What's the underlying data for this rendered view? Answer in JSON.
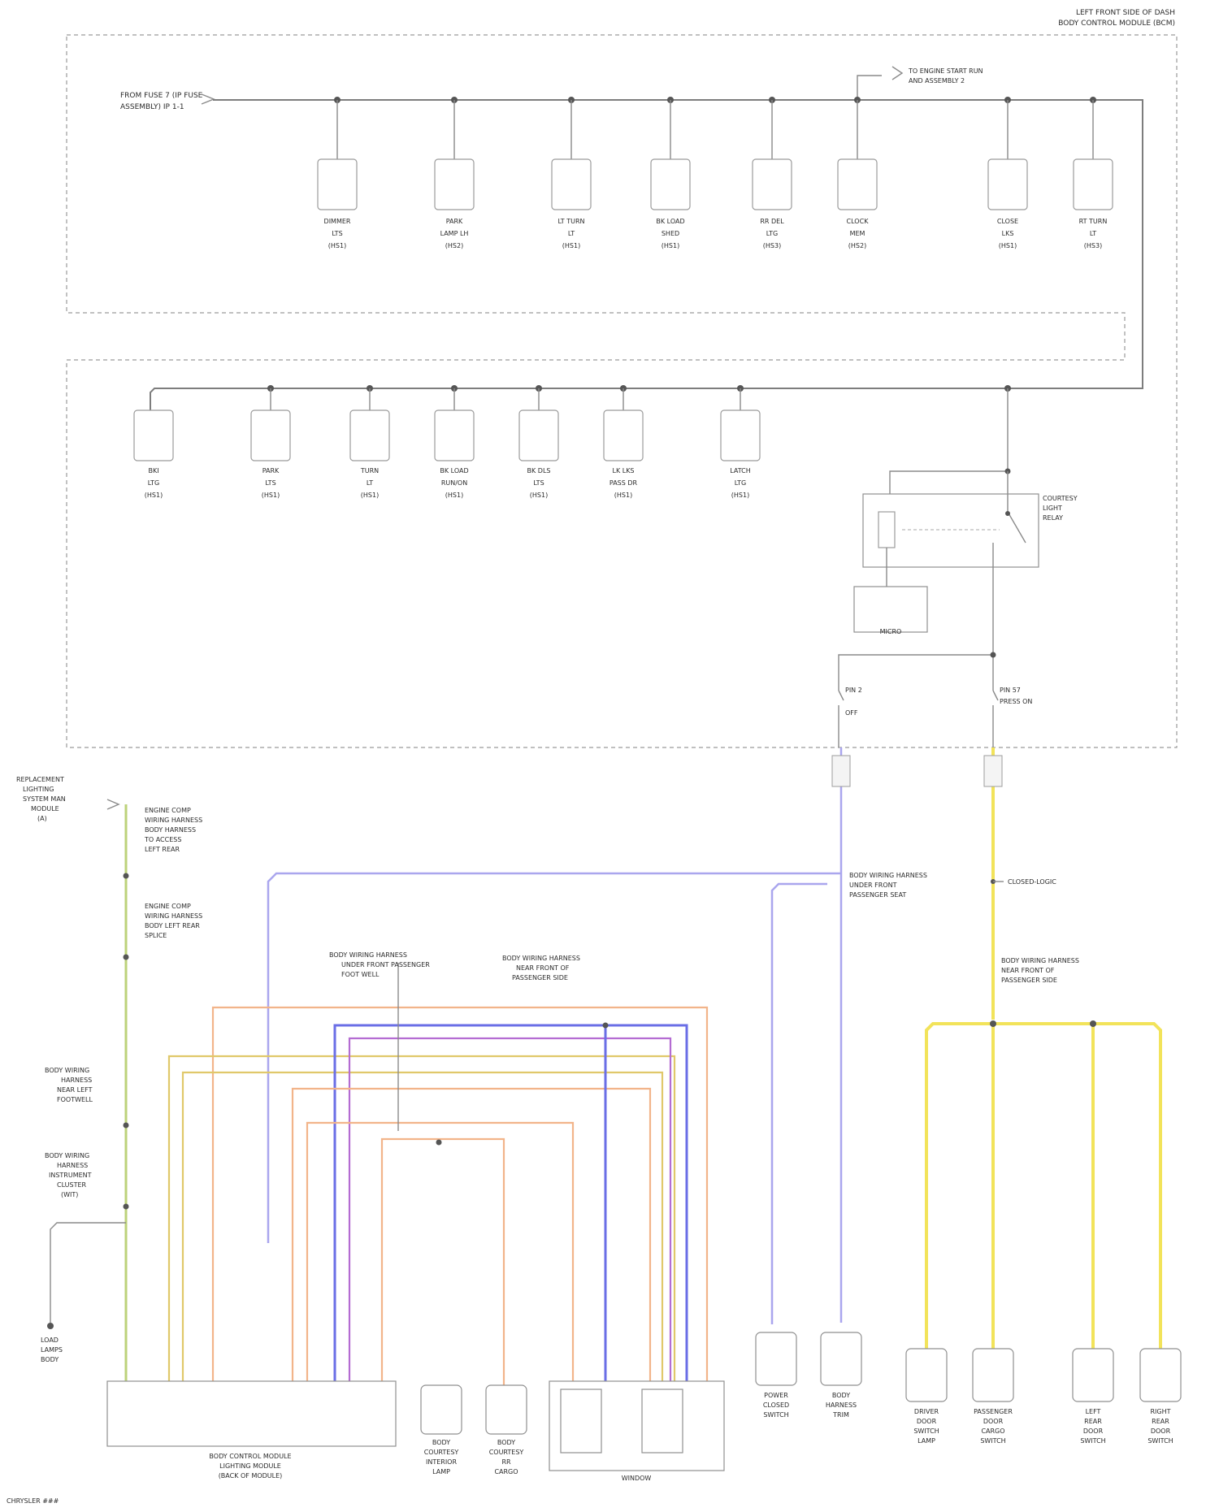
{
  "diagram": {
    "module_title": [
      "LEFT FRONT SIDE OF DASH",
      "BODY CONTROL MODULE (BCM)"
    ],
    "feed_label": [
      "FROM FUSE 7 (IP FUSE",
      "ASSEMBLY) IP 1-1"
    ],
    "splice_label": [
      "TO ENGINE START RUN",
      "AND ASSEMBLY 2"
    ],
    "top_fuses": [
      {
        "name": "fuse-1",
        "label": [
          "DIMMER",
          "LTS",
          "(HS1)"
        ]
      },
      {
        "name": "fuse-2",
        "label": [
          "PARK",
          "LAMP LH",
          "(HS2)"
        ]
      },
      {
        "name": "fuse-3",
        "label": [
          "LT TURN",
          "LT",
          "(HS1)"
        ]
      },
      {
        "name": "fuse-4",
        "label": [
          "BK LOAD",
          "SHED",
          "(HS1)"
        ]
      },
      {
        "name": "fuse-5",
        "label": [
          "RR DEL",
          "LTG",
          "(HS3)"
        ]
      },
      {
        "name": "fuse-6",
        "label": [
          "CLOCK",
          "MEM",
          "(HS2)"
        ]
      },
      {
        "name": "fuse-7",
        "label": [
          "CLOSE",
          "LKS",
          "(HS1)"
        ]
      },
      {
        "name": "fuse-8",
        "label": [
          "RT TURN",
          "LT",
          "(HS3)"
        ]
      }
    ],
    "lower_fuses": [
      {
        "name": "fuse-9",
        "label": [
          "BKI",
          "LTG",
          "(HS1)"
        ]
      },
      {
        "name": "fuse-10",
        "label": [
          "PARK",
          "LTS",
          "(HS1)"
        ]
      },
      {
        "name": "fuse-11",
        "label": [
          "TURN",
          "LT",
          "(HS1)"
        ]
      },
      {
        "name": "fuse-12",
        "label": [
          "BK LOAD",
          "RUN/ON",
          "(HS1)"
        ]
      },
      {
        "name": "fuse-13",
        "label": [
          "BK DLS",
          "LTS",
          "(HS1)"
        ]
      },
      {
        "name": "fuse-14",
        "label": [
          "LK LKS",
          "PASS DR",
          "(HS1)"
        ]
      },
      {
        "name": "fuse-15",
        "label": [
          "LATCH",
          "LTG",
          "(HS1)"
        ]
      }
    ],
    "relay_label": [
      "COURTESY",
      "LIGHT",
      "RELAY"
    ],
    "micro_label": "MICRO",
    "switch_labels": [
      {
        "name": "switch-label-a",
        "text": [
          "PIN 2",
          "OFF"
        ]
      },
      {
        "name": "switch-label-b",
        "text": [
          "PIN 57",
          "PRESS ON"
        ]
      }
    ],
    "left_labels": [
      {
        "name": "left-label-1",
        "text": [
          "REPLACEMENT",
          "LIGHTING",
          "SYSTEM MAN",
          "MODULE",
          "(A)"
        ]
      },
      {
        "name": "left-label-2",
        "text": [
          "ENGINE COMP",
          "WIRING HARNESS",
          "BODY HARNESS",
          "TO ACCESS",
          "LEFT REAR"
        ]
      },
      {
        "name": "left-label-3",
        "text": [
          "ENGINE COMP",
          "WIRING HARNESS",
          "BODY LEFT REAR",
          "SPLICE"
        ]
      },
      {
        "name": "left-label-4",
        "text": [
          "BODY WIRING",
          "HARNESS",
          "NEAR LEFT",
          "FOOTWELL"
        ]
      },
      {
        "name": "left-label-5",
        "text": [
          "BODY WIRING",
          "HARNESS",
          "INSTRUMENT",
          "CLUSTER",
          "(WIT)"
        ]
      },
      {
        "name": "left-label-6",
        "text": [
          "LOAD",
          "LAMPS",
          "BODY"
        ]
      }
    ],
    "mid_labels": [
      {
        "name": "mid-label-1",
        "text": [
          "BODY WIRING HARNESS",
          "UNDER FRONT",
          "PASSENGER SEAT"
        ]
      },
      {
        "name": "mid-label-2",
        "text": [
          "BODY WIRING HARNESS",
          "NEAR FRONT OF",
          "PASSENGER SIDE"
        ]
      },
      {
        "name": "mid-label-3",
        "text": [
          "BODY WIRING HARNESS",
          "UNDER FRONT PASSENGER",
          "FOOT WELL"
        ]
      },
      {
        "name": "mid-label-4",
        "text": [
          "BODY WIRING HARNESS",
          "NEAR FRONT OF",
          "PASSENGER SIDE"
        ]
      }
    ],
    "bottom_components": [
      {
        "name": "component-lighting-module",
        "text": [
          "BODY CONTROL MODULE",
          "LIGHTING MODULE",
          "(BACK OF MODULE)"
        ]
      },
      {
        "name": "component-dome-a",
        "text": [
          "BODY",
          "COURTESY",
          "INTERIOR",
          "LAMP"
        ]
      },
      {
        "name": "component-dome-b",
        "text": [
          "BODY",
          "COURTESY",
          "RR",
          "CARGO"
        ]
      },
      {
        "name": "component-window",
        "text": [
          "WINDOW"
        ]
      },
      {
        "name": "component-cargo-a",
        "text": [
          "POWER",
          "CLOSED",
          "SWITCH"
        ]
      },
      {
        "name": "component-cargo-b",
        "text": [
          "BODY",
          "HARNESS",
          "TRIM"
        ]
      },
      {
        "name": "component-door-a",
        "text": [
          "DRIVER",
          "DOOR",
          "SWITCH",
          "LAMP"
        ]
      },
      {
        "name": "component-door-b",
        "text": [
          "PASSENGER",
          "DOOR",
          "CARGO",
          "SWITCH"
        ]
      },
      {
        "name": "component-door-c",
        "text": [
          "LEFT",
          "REAR",
          "DOOR",
          "SWITCH"
        ]
      },
      {
        "name": "component-door-d",
        "text": [
          "RIGHT",
          "REAR",
          "DOOR",
          "SWITCH"
        ]
      }
    ],
    "yellow_junction_label": "CLOSED-LOGIC",
    "footer": "CHRYSLER ###"
  }
}
